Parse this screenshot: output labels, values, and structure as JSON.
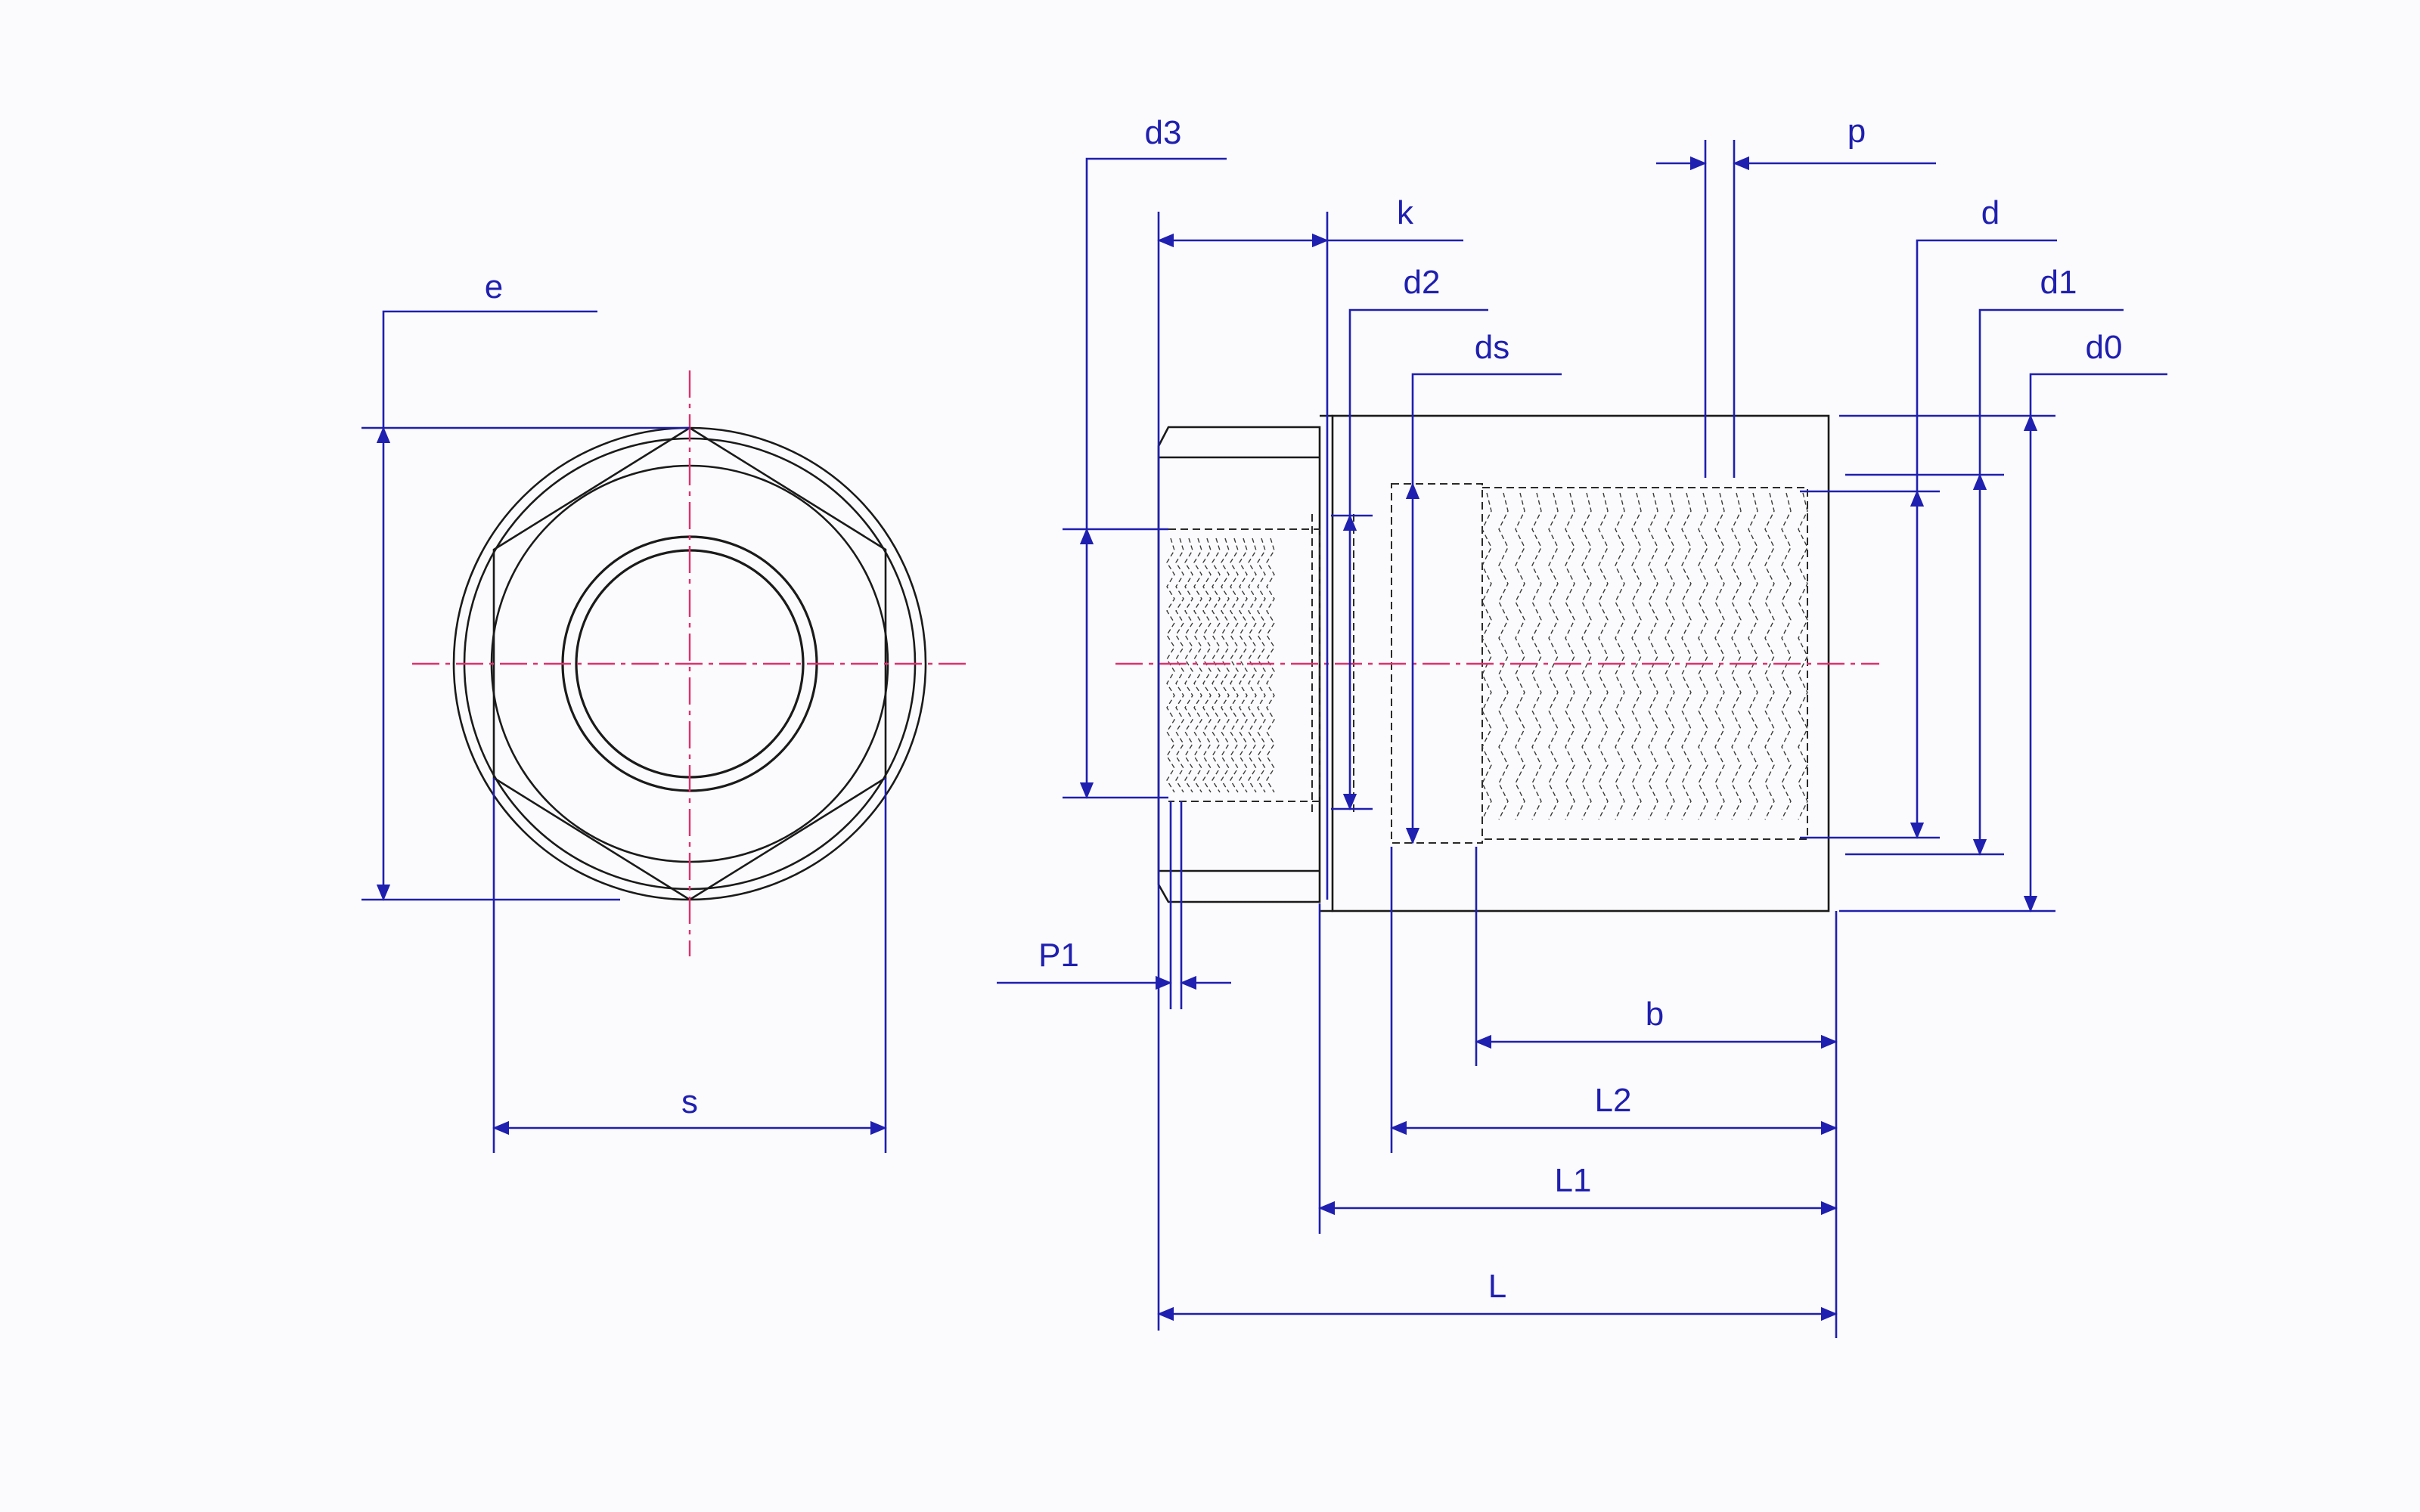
{
  "colors": {
    "dimension": "#1f1fb0",
    "centerline": "#e0306e",
    "part": "#1a1a1a",
    "background": "#fbfbfd"
  },
  "labels": {
    "e": "e",
    "s": "s",
    "d3": "d3",
    "k": "k",
    "d2": "d2",
    "ds": "ds",
    "p": "p",
    "d": "d",
    "d1": "d1",
    "d0": "d0",
    "P1": "P1",
    "b": "b",
    "L2": "L2",
    "L1": "L1",
    "L": "L"
  }
}
